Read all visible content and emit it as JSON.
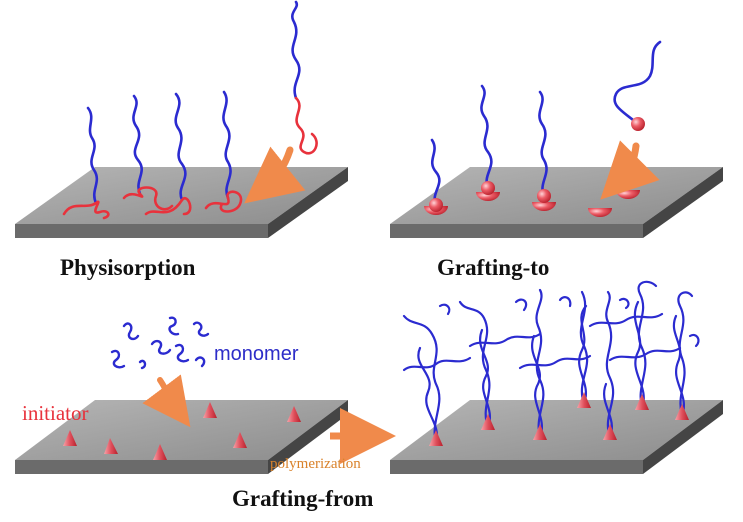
{
  "panels": {
    "physisorption": {
      "caption": "Physisorption"
    },
    "grafting_to": {
      "caption": "Grafting-to"
    },
    "grafting_from": {
      "caption": "Grafting-from",
      "monomer_label": "monomer",
      "initiator_label": "initiator",
      "arrow_label": "polymerization"
    }
  },
  "colors": {
    "chain_blue": "#2b2bd0",
    "chain_red": "#e8323c",
    "bead_red": "#e64b55",
    "arrow_orange": "#f08a4b",
    "slab_top": "#9a9a9a",
    "slab_side": "#4a4a4a",
    "slab_front": "#6b6b6b",
    "label_blue": "#2d2dc8",
    "label_red": "#e8323c",
    "label_orange": "#d9822b"
  }
}
